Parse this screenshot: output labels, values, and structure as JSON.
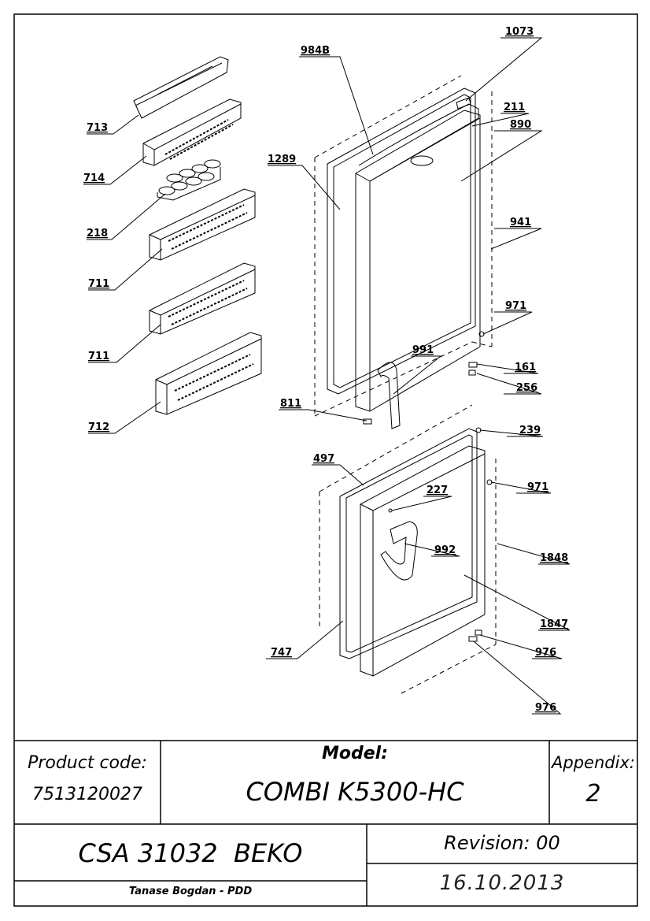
{
  "callouts": [
    {
      "id": "713",
      "label": "713"
    },
    {
      "id": "714",
      "label": "714"
    },
    {
      "id": "218",
      "label": "218"
    },
    {
      "id": "711a",
      "label": "711"
    },
    {
      "id": "711b",
      "label": "711"
    },
    {
      "id": "712",
      "label": "712"
    },
    {
      "id": "984B",
      "label": "984B"
    },
    {
      "id": "1073",
      "label": "1073"
    },
    {
      "id": "211",
      "label": "211"
    },
    {
      "id": "890",
      "label": "890"
    },
    {
      "id": "1289",
      "label": "1289"
    },
    {
      "id": "941",
      "label": "941"
    },
    {
      "id": "971a",
      "label": "971"
    },
    {
      "id": "991",
      "label": "991"
    },
    {
      "id": "161",
      "label": "161"
    },
    {
      "id": "256",
      "label": "256"
    },
    {
      "id": "811",
      "label": "811"
    },
    {
      "id": "239",
      "label": "239"
    },
    {
      "id": "497",
      "label": "497"
    },
    {
      "id": "971b",
      "label": "971"
    },
    {
      "id": "227",
      "label": "227"
    },
    {
      "id": "992",
      "label": "992"
    },
    {
      "id": "1848",
      "label": "1848"
    },
    {
      "id": "1847",
      "label": "1847"
    },
    {
      "id": "747",
      "label": "747"
    },
    {
      "id": "976a",
      "label": "976"
    },
    {
      "id": "976b",
      "label": "976"
    }
  ],
  "title_block": {
    "product_code_label": "Product code:",
    "product_code": "7513120027",
    "model_label": "Model:",
    "model": "COMBI K5300-HC",
    "appendix_label": "Appendix:",
    "appendix": "2",
    "drawing_id": "CSA 31032  BEKO",
    "revision": "Revision: 00",
    "author": "Tanase Bogdan - PDD",
    "date": "16.10.2013"
  }
}
